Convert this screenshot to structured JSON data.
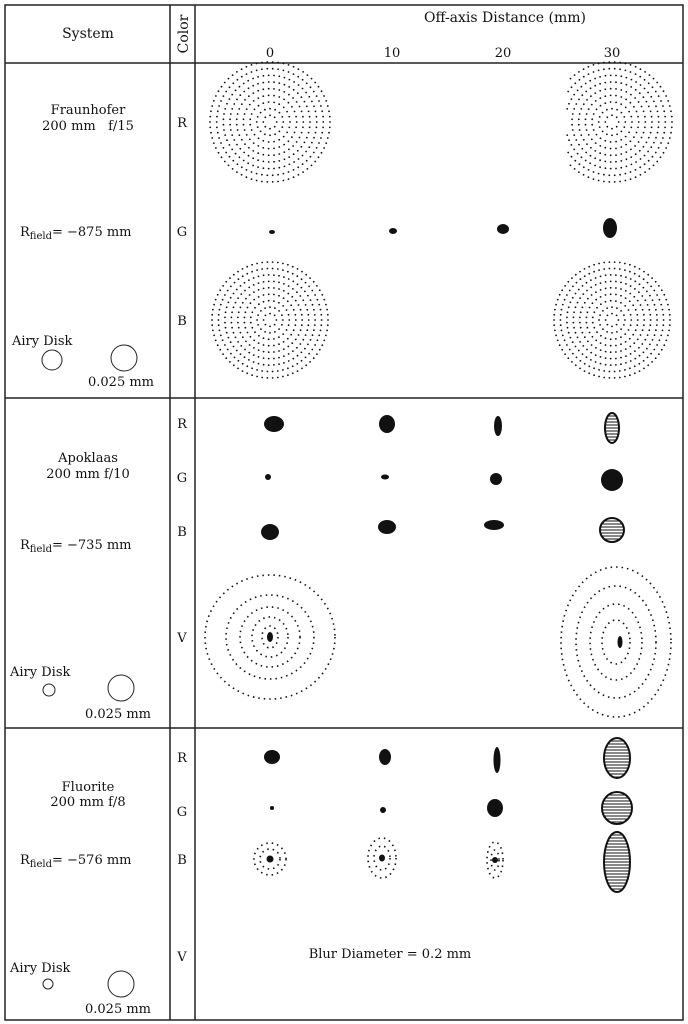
{
  "header": {
    "system": "System",
    "color": "Color",
    "axis_title": "Off-axis Distance (mm)",
    "distances": [
      "0",
      "10",
      "20",
      "30"
    ]
  },
  "systems": [
    {
      "name": "Fraunhofer",
      "spec": "200 mm   f/15",
      "r_prefix": "R",
      "r_sub": "field",
      "r_value": "= −875 mm",
      "airy_label": "Airy Disk",
      "scale_label": "0.025 mm",
      "colors": [
        "R",
        "G",
        "B"
      ]
    },
    {
      "name": "Apoklaas",
      "spec": "200 mm f/10",
      "r_prefix": "R",
      "r_sub": "field",
      "r_value": "= −735 mm",
      "airy_label": "Airy Disk",
      "scale_label": "0.025 mm",
      "colors": [
        "R",
        "G",
        "B",
        "V"
      ]
    },
    {
      "name": "Fluorite",
      "spec": "200 mm f/8",
      "r_prefix": "R",
      "r_sub": "field",
      "r_value": "= −576 mm",
      "airy_label": "Airy Disk",
      "scale_label": "0.025 mm",
      "colors": [
        "R",
        "G",
        "B",
        "V"
      ]
    }
  ],
  "note": "Blur Diameter = 0.2 mm"
}
